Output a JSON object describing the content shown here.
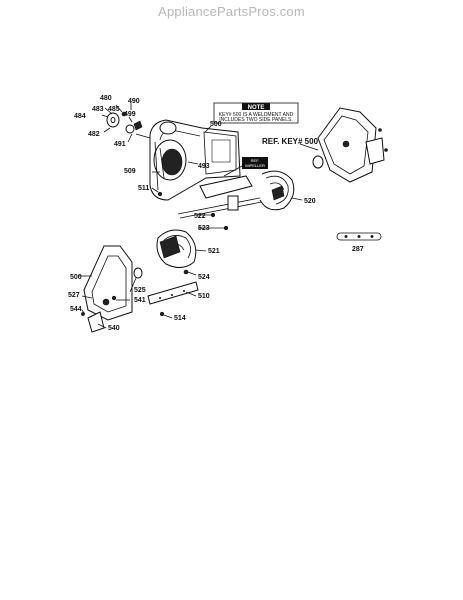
{
  "watermark": "AppliancePartsPros.com",
  "note": {
    "heading": "NOTE",
    "line1": "KEY# 500 IS A WELDMENT AND",
    "line2": "INCLUDES TWO SIDE PANELS."
  },
  "ref_label": "REF. KEY# 500",
  "impeller_label": [
    "REF.",
    "IMPELLER"
  ],
  "callouts": {
    "c480": "480",
    "c483": "483",
    "c484": "484",
    "c485": "485",
    "c490": "490",
    "c499": "499",
    "c482": "482",
    "c491": "491",
    "c500a": "500",
    "c509": "509",
    "c511": "511",
    "c493": "493",
    "c520": "520",
    "c522": "522",
    "c523": "523",
    "c521": "521",
    "c287": "287",
    "c500b": "500",
    "c524": "524",
    "c525": "525",
    "c527": "527",
    "c541": "541",
    "c510": "510",
    "c544": "544",
    "c514": "514",
    "c540": "540"
  }
}
